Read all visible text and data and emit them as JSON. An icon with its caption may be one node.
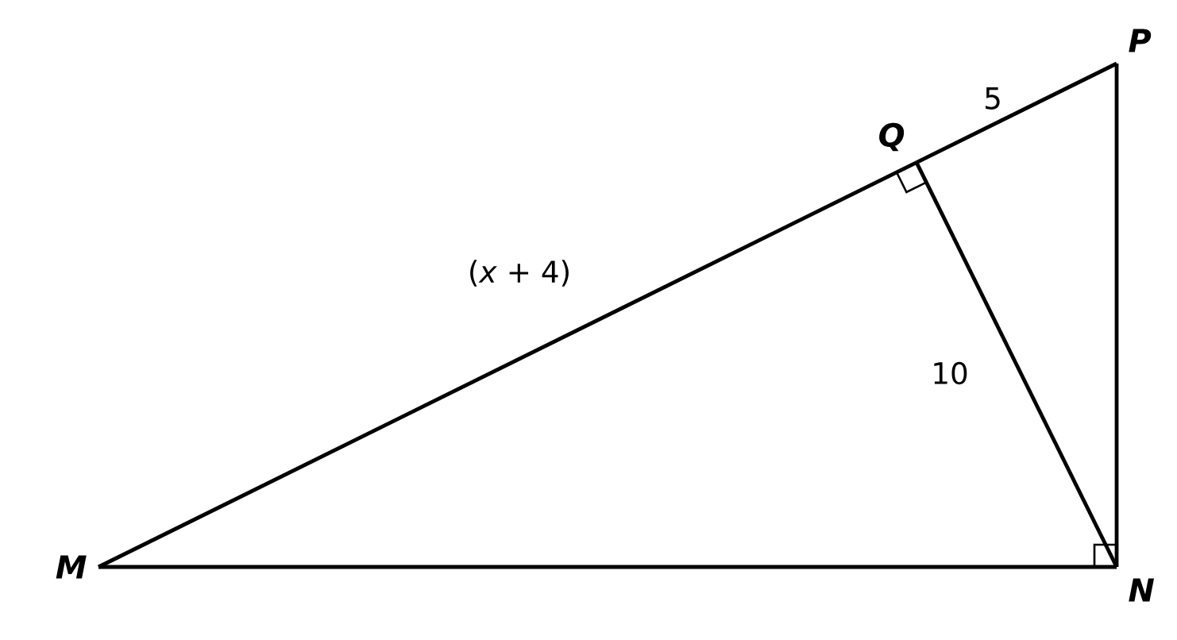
{
  "diagram": {
    "nodes": [
      {
        "text": [
          "M"
        ]
      },
      {
        "text": [
          "N"
        ]
      },
      {
        "text": [
          "P"
        ]
      },
      {
        "text": [
          "Q"
        ]
      }
    ],
    "edges": [
      {
        "from": 0,
        "to": 3,
        "arrow": "none",
        "label": "(*x* + 4)"
      },
      {
        "from": 3,
        "to": 2,
        "arrow": "none",
        "label": "5"
      },
      {
        "from": 2,
        "to": 1,
        "arrow": "none"
      },
      {
        "from": 1,
        "to": 0,
        "arrow": "none"
      },
      {
        "from": 3,
        "to": 1,
        "arrow": "none",
        "label": "10"
      }
    ]
  }
}
